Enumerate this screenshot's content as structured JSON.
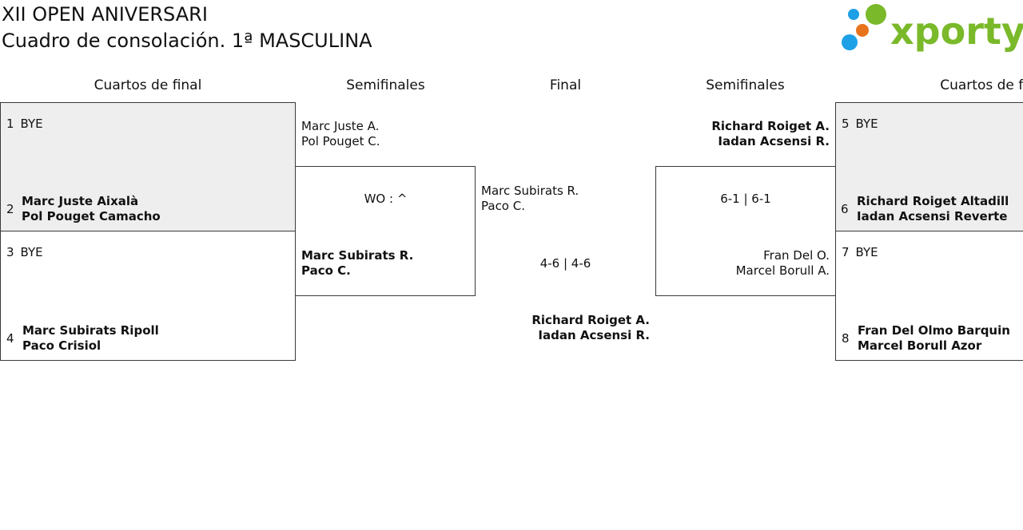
{
  "header": {
    "event_title": "XII OPEN ANIVERSARI",
    "draw_title": "Cuadro de consolación. 1ª MASCULINA",
    "brand": "xporty"
  },
  "rounds": {
    "left_qf": "Cuartos de final",
    "left_sf": "Semifinales",
    "final": "Final",
    "right_sf": "Semifinales",
    "right_qf": "Cuartos de fin"
  },
  "quarterfinals": [
    {
      "top_seed": "1",
      "top_name": "BYE",
      "bottom_seed": "2",
      "bottom_line1": "Marc Juste Aixalà",
      "bottom_line2": "Pol Pouget Camacho"
    },
    {
      "top_seed": "3",
      "top_name": "BYE",
      "bottom_seed": "4",
      "bottom_line1": "Marc Subirats Ripoll",
      "bottom_line2": "Paco Crisiol"
    },
    {
      "top_seed": "5",
      "top_name": "BYE",
      "bottom_seed": "6",
      "bottom_line1": "Richard Roiget Altadill",
      "bottom_line2": "Iadan Acsensi Reverte"
    },
    {
      "top_seed": "7",
      "top_name": "BYE",
      "bottom_seed": "8",
      "bottom_line1": "Fran Del Olmo Barquin",
      "bottom_line2": "Marcel Borull Azor"
    }
  ],
  "semifinals": {
    "left": {
      "top_line1": "Marc Juste A.",
      "top_line2": "Pol Pouget C.",
      "score": "WO : ^",
      "bottom_line1": "Marc Subirats R.",
      "bottom_line2": "Paco C."
    },
    "right": {
      "top_line1": "Richard Roiget A.",
      "top_line2": "Iadan Acsensi R.",
      "score": "6-1 | 6-1",
      "bottom_line1": "Fran Del O.",
      "bottom_line2": "Marcel Borull A."
    }
  },
  "final": {
    "top_line1": "Marc Subirats R.",
    "top_line2": "Paco C.",
    "score": "4-6 | 4-6",
    "winner_line1": "Richard Roiget A.",
    "winner_line2": "Iadan Acsensi R."
  },
  "colors": {
    "box_border": "#3a3a3a",
    "box_fill_bye": "#eeeeee",
    "logo_green": "#7ab929",
    "logo_blue": "#1ea0e6",
    "logo_orange": "#e8731c"
  }
}
